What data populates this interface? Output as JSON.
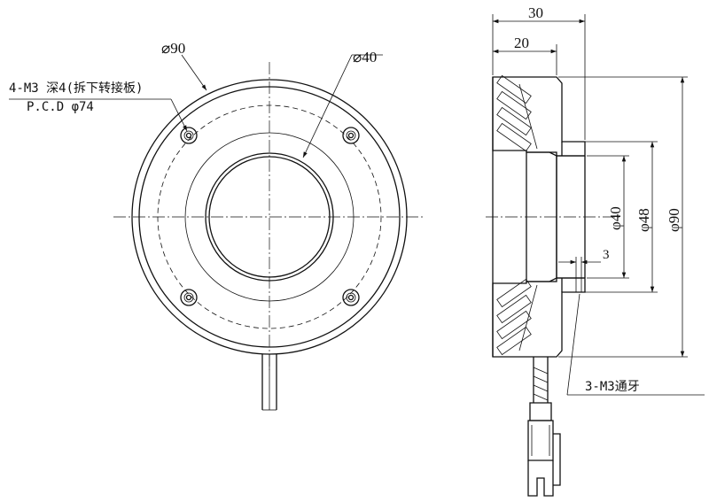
{
  "front_view": {
    "outer_diameter_label": "⌀90",
    "inner_diameter_label": "⌀40",
    "hole_note_line1": "4-M3 深4(拆下转接板)",
    "hole_note_line2": "P.C.D φ74"
  },
  "side_view": {
    "overall_width_label": "30",
    "body_width_label": "20",
    "bore_label": "φ40",
    "spigot_label": "φ48",
    "outer_label": "φ90",
    "lip_label": "3",
    "thread_note": "3-M3通牙"
  }
}
